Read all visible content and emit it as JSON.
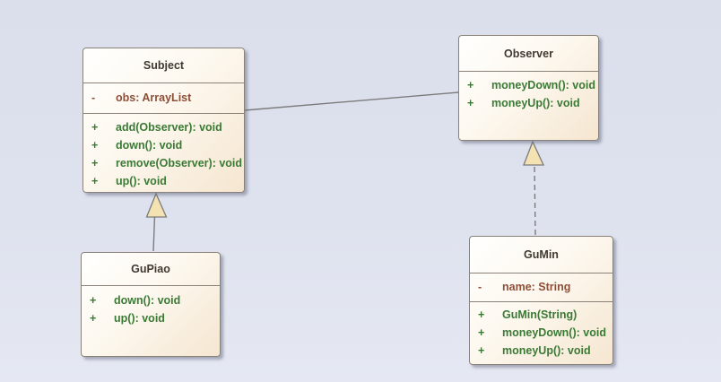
{
  "diagram": {
    "kind": "uml-class-diagram",
    "colors": {
      "background": "#dee2ee",
      "box_fill_start": "#fffffe",
      "box_fill_end": "#f5e6d0",
      "box_border": "#8a8278",
      "title_text": "#403930",
      "attribute_text": "#8e4f38",
      "method_text": "#3a7a35",
      "connector": "#7b7b7b",
      "arrowhead_fill": "#f4e2b3"
    },
    "classes": [
      {
        "name": "Subject",
        "attributes": [
          {
            "visibility": "-",
            "signature": "obs: ArrayList"
          }
        ],
        "methods": [
          {
            "visibility": "+",
            "signature": "add(Observer): void"
          },
          {
            "visibility": "+",
            "signature": "down(): void"
          },
          {
            "visibility": "+",
            "signature": "remove(Observer): void"
          },
          {
            "visibility": "+",
            "signature": "up(): void"
          }
        ]
      },
      {
        "name": "Observer",
        "attributes": [],
        "methods": [
          {
            "visibility": "+",
            "signature": "moneyDown(): void"
          },
          {
            "visibility": "+",
            "signature": "moneyUp(): void"
          }
        ]
      },
      {
        "name": "GuPiao",
        "attributes": [],
        "methods": [
          {
            "visibility": "+",
            "signature": "down(): void"
          },
          {
            "visibility": "+",
            "signature": "up(): void"
          }
        ]
      },
      {
        "name": "GuMin",
        "attributes": [
          {
            "visibility": "-",
            "signature": "name: String"
          }
        ],
        "methods": [
          {
            "visibility": "+",
            "signature": "GuMin(String)"
          },
          {
            "visibility": "+",
            "signature": "moneyDown(): void"
          },
          {
            "visibility": "+",
            "signature": "moneyUp(): void"
          }
        ]
      }
    ],
    "relationships": [
      {
        "type": "association",
        "from": "Subject",
        "to": "Observer"
      },
      {
        "type": "generalization",
        "from": "GuPiao",
        "to": "Subject"
      },
      {
        "type": "realization",
        "from": "GuMin",
        "to": "Observer"
      }
    ]
  }
}
